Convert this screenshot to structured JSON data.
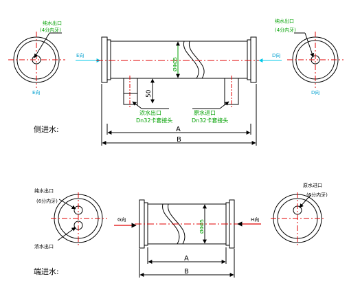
{
  "sections": {
    "side": {
      "caption": "侧进水:",
      "left_callout_1": "纯水出口",
      "left_callout_2": "(4分内牙)",
      "right_callout_1": "纯水出口",
      "right_callout_2": "(4分内牙)",
      "e_label_top": "E向",
      "e_label_bottom": "E向",
      "d_label_right": "D向",
      "d_label_bottom": "D向",
      "diameter": "ØΦØ5",
      "port_height": "50",
      "conc_outlet": "浓水出口",
      "conc_fitting": "Dn32卡套接头",
      "raw_inlet": "原水进口",
      "raw_fitting": "Dn32卡套接头",
      "dim_a": "A",
      "dim_b": "B"
    },
    "end": {
      "caption": "端进水:",
      "left_callout_top_1": "纯水出口",
      "left_callout_top_2": "(6分内牙)",
      "left_callout_bottom": "浓水出口",
      "right_callout_1": "原水进口",
      "right_callout_2": "(6分内牙)",
      "g_label": "G向",
      "h_label": "H向",
      "diameter": "ØΦØ5",
      "dim_a": "A",
      "dim_b": "B"
    }
  }
}
